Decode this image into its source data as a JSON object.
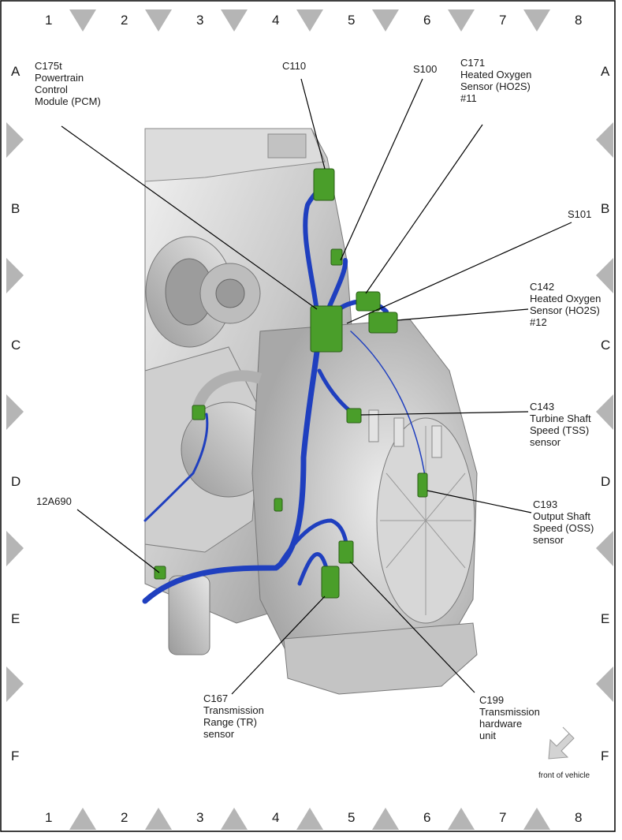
{
  "grid": {
    "columns": [
      "1",
      "2",
      "3",
      "4",
      "5",
      "6",
      "7",
      "8"
    ],
    "rows": [
      "A",
      "B",
      "C",
      "D",
      "E",
      "F"
    ]
  },
  "callouts": {
    "pcm": {
      "lines": [
        "C175t",
        "Powertrain",
        "Control",
        "Module (PCM)"
      ]
    },
    "c110": {
      "lines": [
        "C110"
      ]
    },
    "s100": {
      "lines": [
        "S100"
      ]
    },
    "c171": {
      "lines": [
        "C171",
        "Heated Oxygen",
        "Sensor (HO2S)",
        "#11"
      ]
    },
    "s101": {
      "lines": [
        "S101"
      ]
    },
    "c142": {
      "lines": [
        "C142",
        "Heated Oxygen",
        "Sensor (HO2S)",
        "#12"
      ]
    },
    "c143": {
      "lines": [
        "C143",
        "Turbine Shaft",
        "Speed (TSS)",
        "sensor"
      ]
    },
    "c193": {
      "lines": [
        "C193",
        "Output Shaft",
        "Speed (OSS)",
        "sensor"
      ]
    },
    "harness": {
      "lines": [
        "12A690"
      ]
    },
    "c167": {
      "lines": [
        "C167",
        "Transmission",
        "Range (TR)",
        "sensor"
      ]
    },
    "c199": {
      "lines": [
        "C199",
        "Transmission",
        "hardware",
        "unit"
      ]
    }
  },
  "orientation": {
    "label": "front of vehicle",
    "icon": "arrow-down-left-icon"
  },
  "colors": {
    "harness": "#1f3fbf",
    "connector": "#4a9e2a",
    "engine": "#c8c8c8",
    "marker": "#b5b5b5"
  }
}
